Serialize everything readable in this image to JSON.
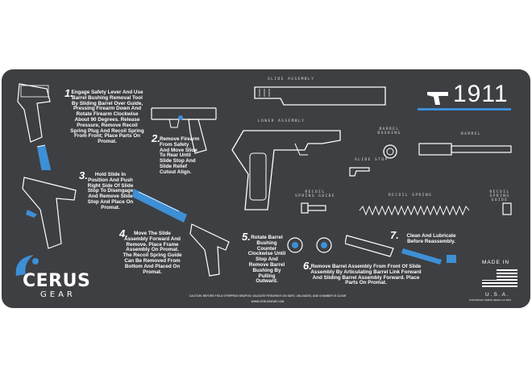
{
  "product": {
    "model": "1911",
    "accent_color": "#3d8fd6",
    "mat_color": "#3e3f42"
  },
  "parts": {
    "slide_assembly": "SLIDE ASSEMBLY",
    "lower_assembly": "LOWER ASSEMBLY",
    "barrel_bushing": "BARREL BUSHING",
    "barrel": "BARREL",
    "slide_stop": "SLIDE STOP",
    "recoil_spring_guide_left": "RECOIL SPRING GUIDE",
    "recoil_spring": "RECOIL SPRING",
    "recoil_spring_guide_right": "RECOIL SPRING GUIDE"
  },
  "steps": [
    {
      "num": "1.",
      "text": "Engage Safety Lever And Use Barrel Bushing Removal Tool By Sliding Barrel Over Guide, Pressing Firearm Down And Rotate Firearm Clockwise About 90 Degrees. Release Pressure, Remove Recoil Spring Plug And Recoil Spring From Front; Place Parts On Promat."
    },
    {
      "num": "2.",
      "text": "Remove Firearm From Safety And Move Slide To Rear Until Slide Stop And Slide Relief Cutout Align."
    },
    {
      "num": "3.",
      "text": "Hold Slide In Position And Push Right Side Of Slide Stop To Disengage And Remove Slide Stop And Place On Promat."
    },
    {
      "num": "4.",
      "text": "Move The Slide Assembly Forward And Remove. Place Frame Assembly On Promat. The Recoil Spring Guide Can Be Removed From Bottom And Placed On Promat."
    },
    {
      "num": "5.",
      "text": "Rotate Barrel Bushing Counter Clockwise Until Stop And Remove Barrel Bushing By Pulling Outward."
    },
    {
      "num": "6.",
      "text": "Remove Barrel Assembly From Front Of Slide Assembly By Articulating Barrel Link Forward And Sliding Barrel Assembly Forward. Place Parts On Promat."
    },
    {
      "num": "7.",
      "text": "Clean And Lubricate Before Reassembly."
    }
  ],
  "brand": {
    "name_top": "CERUS",
    "name_bottom": "GEAR",
    "website": "WWW.CERUSGEAR.COM",
    "caution": "CAUTION: BEFORE FIELD STRIPPING WEAPON, VALIDATE FIREARM IS ON SAFE, UNLOADED, AND CHAMBER IS CLEAR",
    "copyright": "COPYRIGHT CERUS GEAR LLC 2017"
  },
  "origin": {
    "made_in": "MADE IN",
    "country": "U.S.A."
  }
}
